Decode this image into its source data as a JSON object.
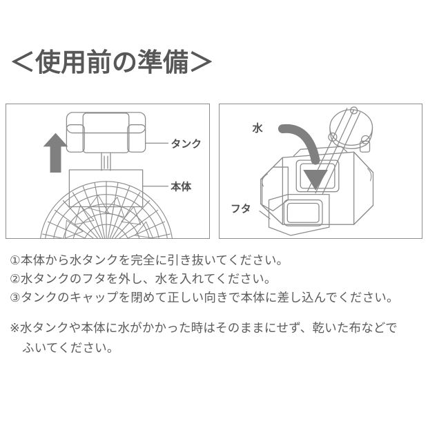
{
  "page": {
    "title": "＜使用前の準備＞",
    "background_color": "#ffffff",
    "text_color": "#5b5b5b",
    "title_color": "#575757"
  },
  "figures": {
    "left": {
      "caption_tank": "タンク",
      "caption_body": "本体",
      "arrow_direction": "up",
      "arrow_color": "#808080",
      "line_color": "#8c8c8c",
      "border_color": "#8c8c8c"
    },
    "right": {
      "caption_water": "水",
      "caption_lid": "フタ",
      "arrow_direction": "down-curved",
      "arrow_color": "#808080",
      "line_color": "#8c8c8c",
      "border_color": "#8c8c8c"
    }
  },
  "steps": [
    "①本体から水タンクを完全に引き抜いてください。",
    "②水タンクのフタを外し、水を入れてください。",
    "③タンクのキャップを閉めて正しい向きで本体に差し込んでください。"
  ],
  "note": {
    "line1": "※水タンクや本体に水がかかった時はそのままにせず、乾いた布などで",
    "line2": "ふいてください。"
  }
}
